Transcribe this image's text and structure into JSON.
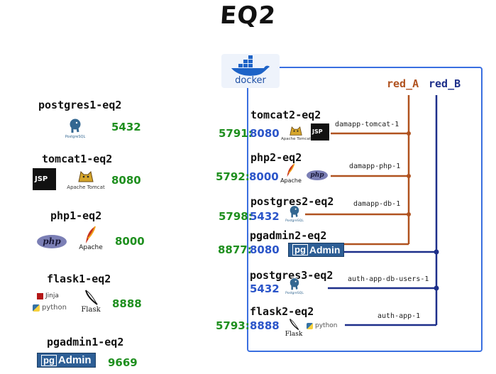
{
  "title": "EQ2",
  "left": {
    "postgres1": {
      "name": "postgres1-eq2",
      "port": "5432",
      "logo": "PostgreSQL"
    },
    "tomcat1": {
      "name": "tomcat1-eq2",
      "port": "8080",
      "jsp": "JSP",
      "tomcat": "Apache Tomcat"
    },
    "php1": {
      "name": "php1-eq2",
      "port": "8000",
      "php": "php",
      "apache": "Apache"
    },
    "flask1": {
      "name": "flask1-eq2",
      "port": "8888",
      "jinja": "Jinja",
      "python": "python",
      "flask": "Flask"
    },
    "pgadmin1": {
      "name": "pgadmin1-eq2",
      "port": "9669",
      "pg": "pg",
      "admin": "Admin"
    }
  },
  "docker": {
    "logo": "docker",
    "networks": {
      "red_a": {
        "label": "red_A",
        "color": "#b0521f"
      },
      "red_b": {
        "label": "red_B",
        "color": "#1d2f8a"
      }
    },
    "services": [
      {
        "name": "tomcat2-eq2",
        "ext": "5791:",
        "int": "8080",
        "container": "damapp-tomcat-1"
      },
      {
        "name": "php2-eq2",
        "ext": "5792:",
        "int": "8000",
        "container": "damapp-php-1"
      },
      {
        "name": "postgres2-eq2",
        "ext": "5798:",
        "int": "5432",
        "container": "damapp-db-1"
      },
      {
        "name": "pgadmin2-eq2",
        "ext": "8877:",
        "int": "8080",
        "container": ""
      },
      {
        "name": "postgres3-eq2",
        "ext": "",
        "int": "5432",
        "container": "auth-app-db-users-1"
      },
      {
        "name": "flask2-eq2",
        "ext": "5793:",
        "int": "8888",
        "container": "auth-app-1"
      }
    ],
    "logos": {
      "tomcat": "Apache Tomcat",
      "jsp": "JSP",
      "apache": "Apache",
      "php": "php",
      "postgres": "PostgreSQL",
      "pg": "pg",
      "admin": "Admin",
      "flask": "Flask",
      "python": "python"
    }
  }
}
